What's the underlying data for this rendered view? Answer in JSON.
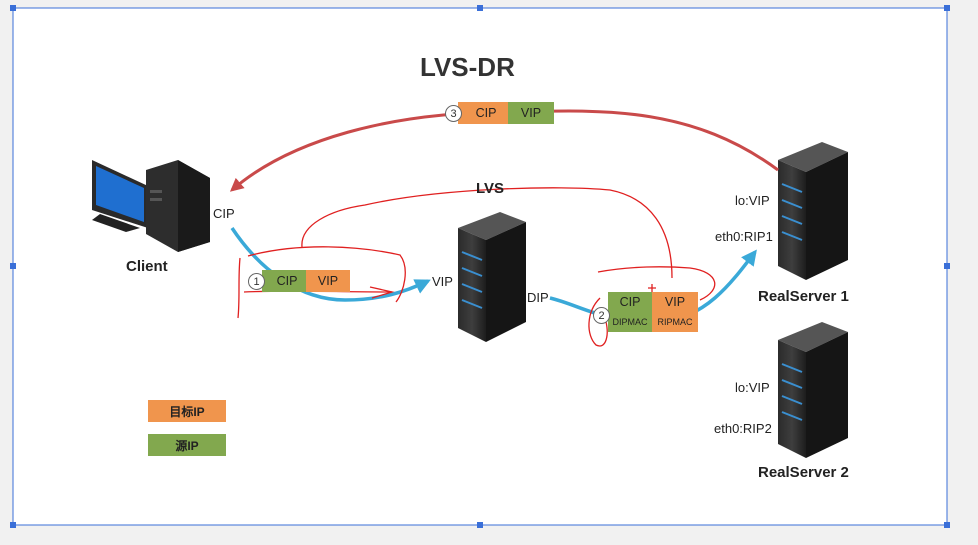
{
  "title": "LVS-DR",
  "labels": {
    "client": "Client",
    "client_cip": "CIP",
    "lvs": "LVS",
    "lvs_vip": "VIP",
    "lvs_dip": "DIP",
    "rs1_lo": "lo:VIP",
    "rs1_eth0": "eth0:RIP1",
    "rs1_name": "RealServer 1",
    "rs2_lo": "lo:VIP",
    "rs2_eth0": "eth0:RIP2",
    "rs2_name": "RealServer 2"
  },
  "packets": {
    "p1": {
      "num": "1",
      "src": "CIP",
      "dst": "VIP"
    },
    "p2": {
      "num": "2",
      "src": "CIP",
      "dst": "VIP",
      "src_mac": "DIPMAC",
      "dst_mac": "RIPMAC"
    },
    "p3": {
      "num": "3",
      "src": "CIP",
      "dst": "VIP"
    }
  },
  "legend": {
    "dest_ip": "目标IP",
    "src_ip": "源IP"
  },
  "colors": {
    "orange": "#f0954d",
    "green": "#82a84e",
    "blue_arrow": "#3aa9d8",
    "red_arrow": "#c94a4a",
    "ink": "#e02020",
    "frame": "#3a6fd8"
  }
}
